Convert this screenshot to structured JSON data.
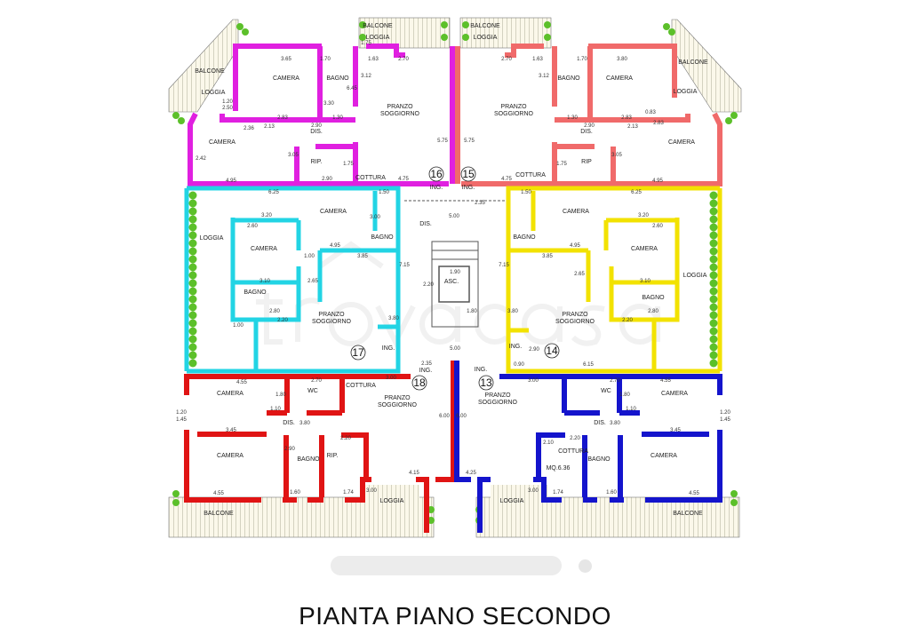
{
  "title": "PIANTA PIANO SECONDO",
  "watermark": "trovacasa",
  "colors": {
    "unit_16": "#e020e0",
    "unit_15": "#f06a6a",
    "unit_17": "#22d4e4",
    "unit_14": "#f2e200",
    "unit_18": "#e01414",
    "unit_13": "#1414cc",
    "greenery": "#5cc02a"
  },
  "units": [
    "16",
    "15",
    "17",
    "14",
    "18",
    "13"
  ],
  "rooms": [
    {
      "lines": [
        "CAMERA"
      ]
    },
    {
      "lines": [
        "BAGNO"
      ]
    },
    {
      "lines": [
        "LOGGIA"
      ]
    },
    {
      "lines": [
        "CAMERA"
      ]
    },
    {
      "lines": [
        "PRANZO",
        "SOGGIORNO"
      ]
    },
    {
      "lines": [
        "DIS."
      ]
    },
    {
      "lines": [
        "RIP."
      ]
    },
    {
      "lines": [
        "COTTURA"
      ]
    },
    {
      "lines": [
        "BALCONE"
      ]
    },
    {
      "lines": [
        "LOGGIA"
      ]
    },
    {
      "lines": [
        "BALCONE"
      ]
    },
    {
      "lines": [
        "ING."
      ]
    },
    {
      "lines": [
        "CAMERA"
      ]
    },
    {
      "lines": [
        "BAGNO"
      ]
    },
    {
      "lines": [
        "LOGGIA"
      ]
    },
    {
      "lines": [
        "CAMERA"
      ]
    },
    {
      "lines": [
        "PRANZO",
        "SOGGIORNO"
      ]
    },
    {
      "lines": [
        "DIS."
      ]
    },
    {
      "lines": [
        "RIP"
      ]
    },
    {
      "lines": [
        "COTTURA"
      ]
    },
    {
      "lines": [
        "BALCONE"
      ]
    },
    {
      "lines": [
        "LOGGIA"
      ]
    },
    {
      "lines": [
        "BALCONE"
      ]
    },
    {
      "lines": [
        "ING."
      ]
    },
    {
      "lines": [
        "LOGGIA"
      ]
    },
    {
      "lines": [
        "CAMERA"
      ]
    },
    {
      "lines": [
        "CAMERA"
      ]
    },
    {
      "lines": [
        "BAGNO"
      ]
    },
    {
      "lines": [
        "BAGNO"
      ]
    },
    {
      "lines": [
        "PRANZO",
        "SOGGIORNO"
      ]
    },
    {
      "lines": [
        "ING."
      ]
    },
    {
      "lines": [
        "DIS."
      ]
    },
    {
      "lines": [
        "ASC."
      ]
    },
    {
      "lines": [
        "CAMERA"
      ]
    },
    {
      "lines": [
        "BAGNO"
      ]
    },
    {
      "lines": [
        "CAMERA"
      ]
    },
    {
      "lines": [
        "LOGGIA"
      ]
    },
    {
      "lines": [
        "BAGNO"
      ]
    },
    {
      "lines": [
        "PRANZO",
        "SOGGIORNO"
      ]
    },
    {
      "lines": [
        "ING."
      ]
    },
    {
      "lines": [
        "CAMERA"
      ]
    },
    {
      "lines": [
        "WC"
      ]
    },
    {
      "lines": [
        "COTTURA"
      ]
    },
    {
      "lines": [
        "PRANZO",
        "SOGGIORNO"
      ]
    },
    {
      "lines": [
        "DIS."
      ]
    },
    {
      "lines": [
        "CAMERA"
      ]
    },
    {
      "lines": [
        "BAGNO"
      ]
    },
    {
      "lines": [
        "RIP."
      ]
    },
    {
      "lines": [
        "BALCONE"
      ]
    },
    {
      "lines": [
        "LOGGIA"
      ]
    },
    {
      "lines": [
        "ING."
      ]
    },
    {
      "lines": [
        "ING."
      ]
    },
    {
      "lines": [
        "PRANZO",
        "SOGGIORNO"
      ]
    },
    {
      "lines": [
        "WC"
      ]
    },
    {
      "lines": [
        "CAMERA"
      ]
    },
    {
      "lines": [
        "DIS."
      ]
    },
    {
      "lines": [
        "COTTURA"
      ]
    },
    {
      "lines": [
        "MQ.6.36"
      ]
    },
    {
      "lines": [
        "BAGNO"
      ]
    },
    {
      "lines": [
        "CAMERA"
      ]
    },
    {
      "lines": [
        "LOGGIA"
      ]
    },
    {
      "lines": [
        "BALCONE"
      ]
    }
  ],
  "dimensions": [
    "3.65",
    "1.70",
    "1.63",
    "3.12",
    "2.70",
    "1.75",
    "2.83",
    "2.13",
    "2.36",
    "2.90",
    "1.30",
    "3.30",
    "4.95",
    "2.90",
    "4.75",
    "6.45",
    "5.75",
    "1.20",
    "2.50",
    "2.42",
    "3.05",
    "1.75",
    "3.80",
    "1.70",
    "1.63",
    "3.12",
    "2.70",
    "2.83",
    "2.13",
    "2.83",
    "0.83",
    "2.90",
    "1.30",
    "4.95",
    "4.75",
    "5.75",
    "3.05",
    "1.75",
    "6.25",
    "1.50",
    "3.20",
    "2.60",
    "4.95",
    "3.85",
    "3.10",
    "2.80",
    "2.20",
    "1.00",
    "7.15",
    "2.65",
    "3.80",
    "2.35",
    "1.00",
    "3.00",
    "5.00",
    "1.90",
    "2.20",
    "1.80",
    "2.35",
    "5.00",
    "6.25",
    "1.50",
    "3.20",
    "2.60",
    "4.95",
    "3.85",
    "3.10",
    "2.80",
    "2.20",
    "6.15",
    "0.90",
    "2.90",
    "3.80",
    "2.65",
    "7.15",
    "4.55",
    "2.70",
    "3.00",
    "1.80",
    "1.10",
    "3.80",
    "3.45",
    "2.20",
    "2.90",
    "4.55",
    "1.60",
    "1.74",
    "3.00",
    "4.15",
    "6.00",
    "1.20",
    "1.45",
    "3.00",
    "2.70",
    "4.55",
    "1.80",
    "1.10",
    "3.80",
    "3.45",
    "2.20",
    "2.10",
    "4.25",
    "6.00",
    "1.74",
    "1.60",
    "3.00",
    "4.55",
    "1.20",
    "1.45"
  ]
}
